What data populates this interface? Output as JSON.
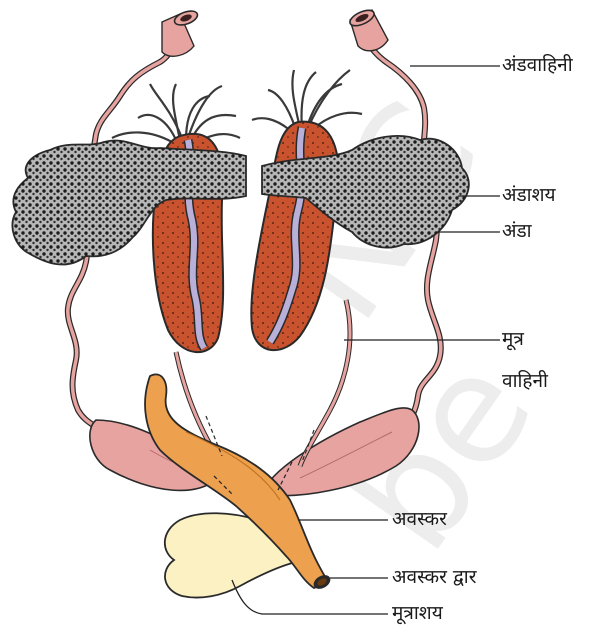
{
  "labels": {
    "oviduct": "अंडवाहिनी",
    "ovary": "अंडाशय",
    "egg": "अंडा",
    "ureter_line1": "मूत्र",
    "ureter_line2": "वाहिनी",
    "cloaca": "अवस्कर",
    "cloacal_aperture": "अवस्कर द्वार",
    "urinary_bladder": "मूत्राशय"
  },
  "watermark": "© NCERT not to be republished",
  "colors": {
    "kidney": "#c8532e",
    "ureter_band": "#b9b0d9",
    "oviduct": "#e7a3a0",
    "ovary_fill": "#b7b7b7",
    "cloaca": "#eda14e",
    "bladder": "#fbf1c3",
    "outline": "#2a2a2a"
  }
}
